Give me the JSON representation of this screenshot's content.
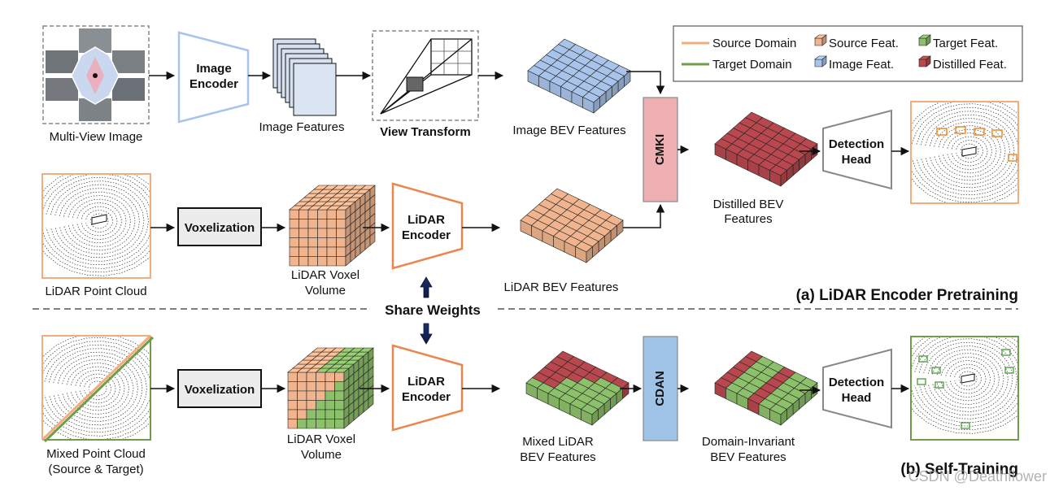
{
  "colors": {
    "source": "#f2ac7e",
    "target": "#6f9e4a",
    "image_feat": "#a9c4ea",
    "distilled": "#b8484e",
    "source_feat": "#f0b48e",
    "target_feat": "#8dc06a",
    "cmki_fill": "#eeb0b3",
    "cdan_fill": "#9fc3e6",
    "encoder_stroke": "#e9874e",
    "image_encoder_stroke": "#a9c4ea"
  },
  "legend": {
    "source_domain": "Source Domain",
    "target_domain": "Target Domain",
    "source_feat": "Source Feat.",
    "image_feat": "Image Feat.",
    "target_feat": "Target Feat.",
    "distilled_feat": "Distilled Feat."
  },
  "top": {
    "multiview_label": "Multi-View Image",
    "image_encoder_line1": "Image",
    "image_encoder_line2": "Encoder",
    "image_features_label": "Image Features",
    "view_transform_label": "View Transform",
    "image_bev_label": "Image BEV Features",
    "cmki_label": "CMKI",
    "distilled_bev_line1": "Distilled BEV",
    "distilled_bev_line2": "Features",
    "detection_head_line1": "Detection",
    "detection_head_line2": "Head"
  },
  "middle": {
    "point_cloud_label": "LiDAR Point Cloud",
    "voxelization_label": "Voxelization",
    "voxel_line1": "LiDAR Voxel",
    "voxel_line2": "Volume",
    "encoder_line1": "LiDAR",
    "encoder_line2": "Encoder",
    "bev_label": "LiDAR BEV Features",
    "section_title": "(a) LiDAR Encoder Pretraining"
  },
  "divider": {
    "share_weights": "Share Weights"
  },
  "bottom": {
    "point_cloud_line1": "Mixed Point Cloud",
    "point_cloud_line2": "(Source & Target)",
    "voxelization_label": "Voxelization",
    "voxel_line1": "LiDAR Voxel",
    "voxel_line2": "Volume",
    "encoder_line1": "LiDAR",
    "encoder_line2": "Encoder",
    "mixed_bev_line1": "Mixed LiDAR",
    "mixed_bev_line2": "BEV Features",
    "cdan_label": "CDAN",
    "invariant_line1": "Domain-Invariant",
    "invariant_line2": "BEV Features",
    "detection_head_line1": "Detection",
    "detection_head_line2": "Head",
    "section_title": "(b) Self-Training"
  },
  "watermark": "CSDN @Deathflower"
}
